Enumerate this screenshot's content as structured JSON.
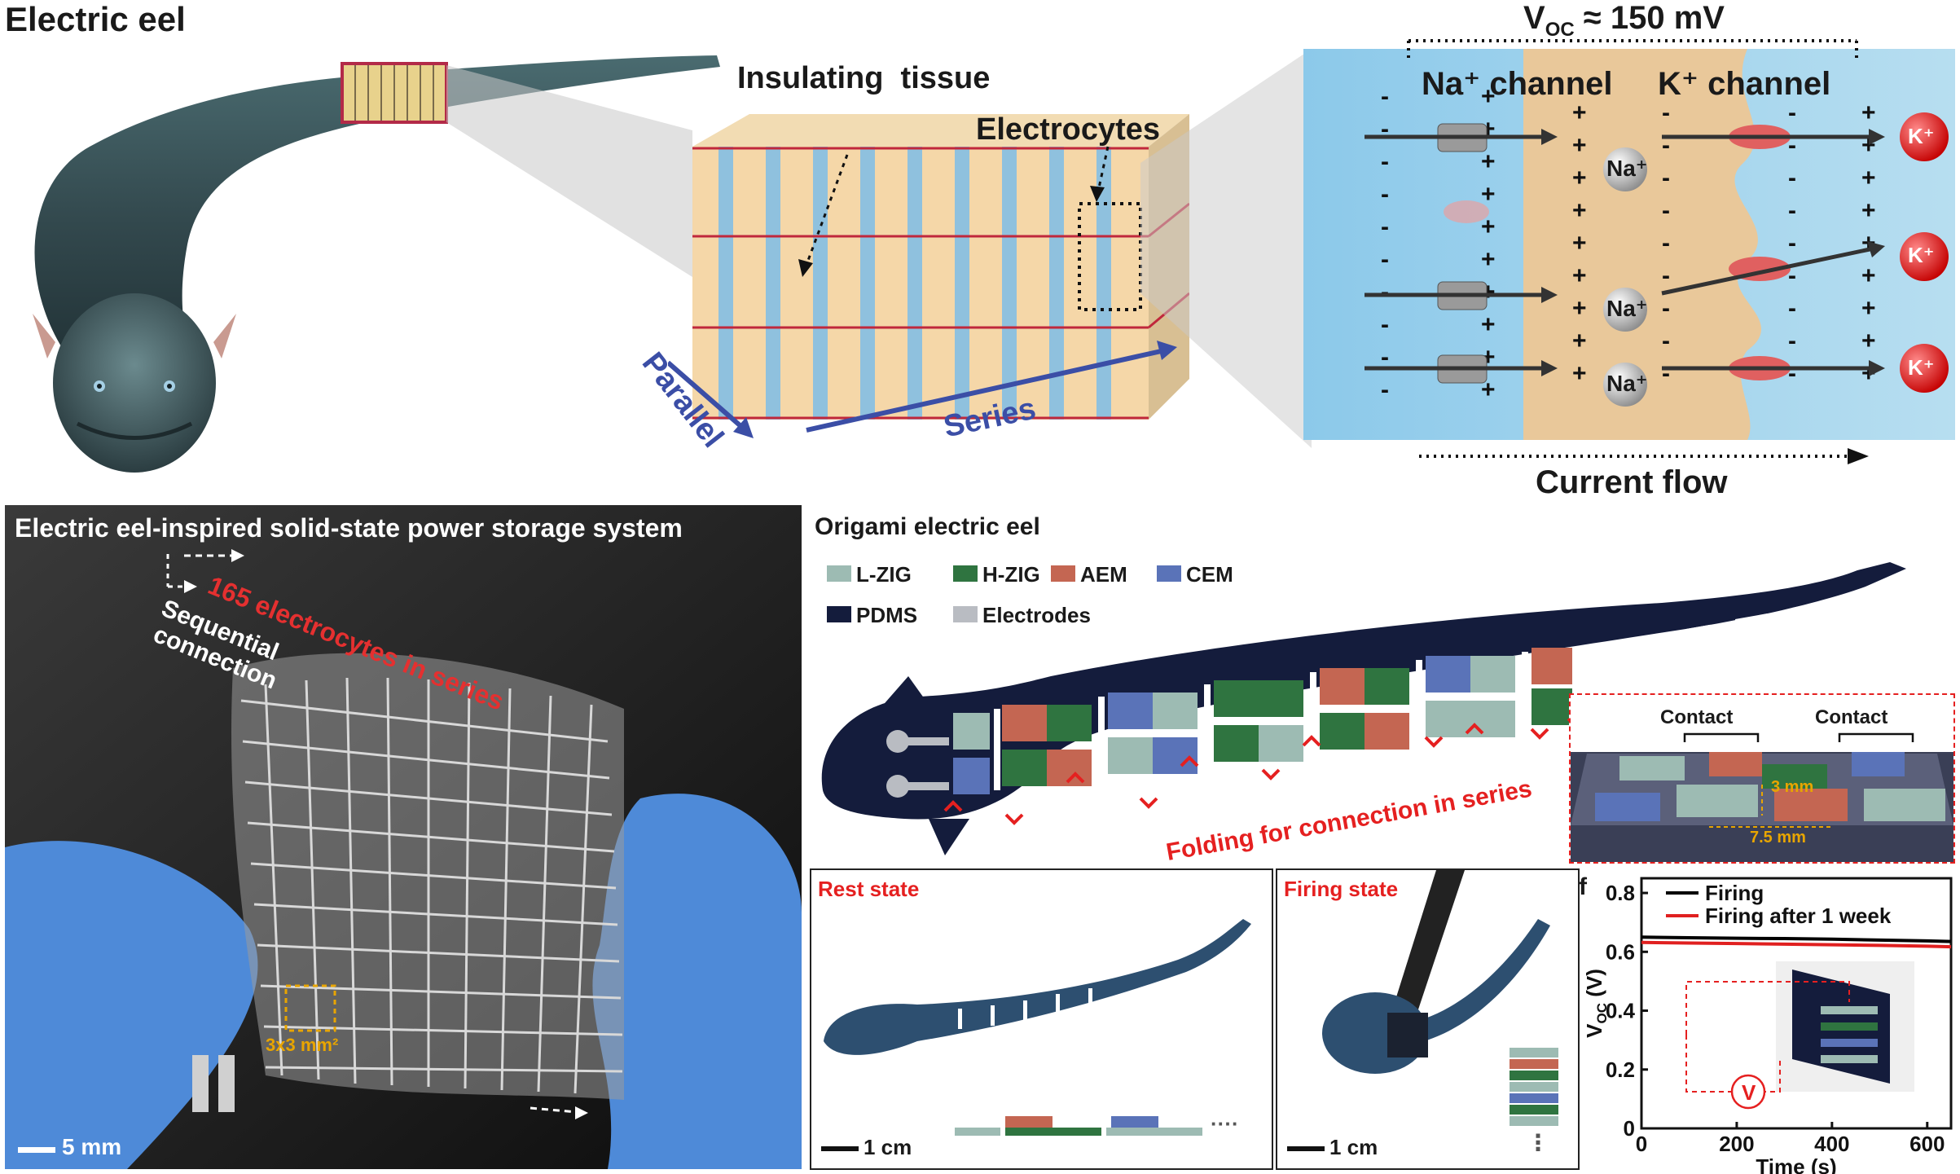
{
  "panel_a": {
    "title": "Electric eel",
    "insulating_label": "Insulating  tissue",
    "electrocytes_label": "Electrocytes",
    "parallel_label": "Parallel",
    "series_label": "Series",
    "voc_main": "V",
    "voc_sub": "OC",
    "voc_rest": " ≈ 150 mV",
    "na_channel": "Na⁺ channel",
    "k_channel": "K⁺ channel",
    "na_ion": "Na⁺",
    "k_ion": "K⁺",
    "current_flow": "Current flow"
  },
  "panel_b": {
    "title": "Electric eel-inspired solid-state power storage system",
    "series_note": "165 electrocytes in series",
    "sequential": "Sequential",
    "connection": "connection",
    "cell_size": "3x3 mm²",
    "scale": "5 mm"
  },
  "panel_c": {
    "title": "Origami electric eel",
    "legend": [
      {
        "label": "L-ZIG",
        "color": "#9dbbb3"
      },
      {
        "label": "H-ZIG",
        "color": "#2f7440"
      },
      {
        "label": "AEM",
        "color": "#c46652"
      },
      {
        "label": "CEM",
        "color": "#5a73b8"
      },
      {
        "label": "PDMS",
        "color": "#141c3c"
      },
      {
        "label": "Electrodes",
        "color": "#b9bcc2"
      }
    ],
    "folding_label": "Folding for connection in series",
    "contact_1": "Contact",
    "contact_2": "Contact",
    "dim_3mm": "3 mm",
    "dim_75mm": "7.5 mm"
  },
  "panel_d": {
    "title": "Rest state",
    "scale": "1 cm",
    "more": "····"
  },
  "panel_e": {
    "title": "Firing state",
    "scale": "1 cm",
    "more": "⋮"
  },
  "panel_f": {
    "letter": "f",
    "meter": "V",
    "chart_data": {
      "type": "line",
      "xlabel": "Time (s)",
      "ylabel_main": "V",
      "ylabel_sub": "OC",
      "ylabel_unit": " (V)",
      "xlim": [
        0,
        650
      ],
      "ylim": [
        0,
        0.85
      ],
      "xticks": [
        0,
        200,
        400,
        600
      ],
      "yticks": [
        0,
        0.2,
        0.4,
        0.6,
        0.8
      ],
      "xtick_labels": [
        "0",
        "200",
        "400",
        "600"
      ],
      "ytick_labels": [
        "0",
        "0.2",
        "0.4",
        "0.6",
        "0.8"
      ],
      "legend_placement": "top",
      "series": [
        {
          "name": "Firing",
          "color": "#000000",
          "x": [
            0,
            100,
            200,
            300,
            400,
            500,
            600,
            650
          ],
          "y": [
            0.65,
            0.648,
            0.646,
            0.645,
            0.643,
            0.64,
            0.637,
            0.635
          ]
        },
        {
          "name": "Firing after 1 week",
          "color": "#e02020",
          "x": [
            0,
            100,
            200,
            300,
            400,
            500,
            600,
            650
          ],
          "y": [
            0.632,
            0.63,
            0.628,
            0.626,
            0.624,
            0.622,
            0.619,
            0.617
          ]
        }
      ]
    }
  }
}
